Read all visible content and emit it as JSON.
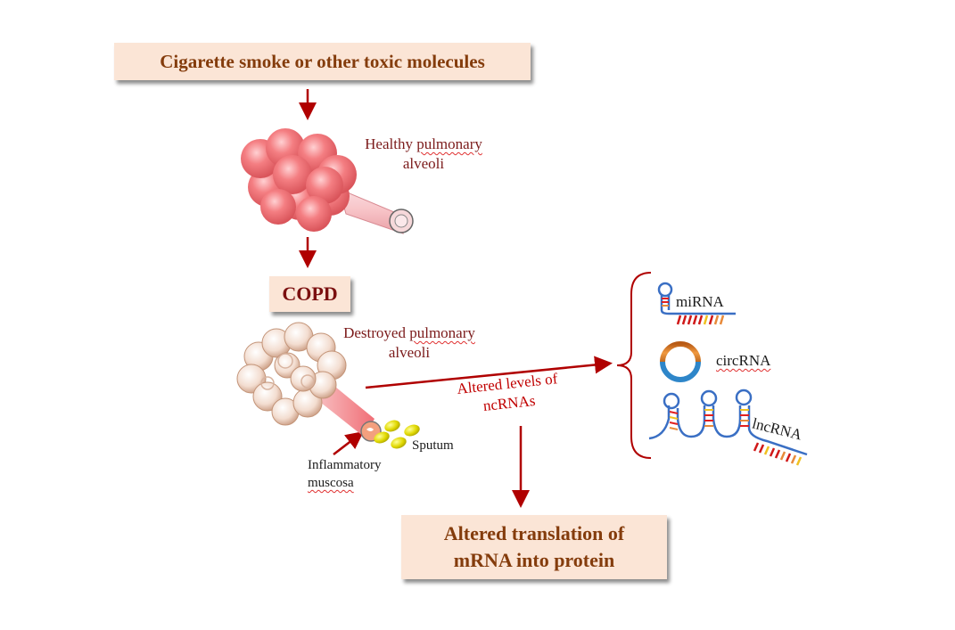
{
  "diagram": {
    "boxes": {
      "cause": "Cigarette smoke or other toxic molecules",
      "disease": "COPD",
      "outcome_line1": "Altered translation of",
      "outcome_line2": "mRNA into protein"
    },
    "labels": {
      "healthy_line1": "Healthy ",
      "healthy_line1_marked": "pulmonary",
      "healthy_line2": "alveoli",
      "destroyed_line1": "Destroyed ",
      "destroyed_line1_marked": "pulmonary",
      "destroyed_line2": "alveoli",
      "altered_line1": "Altered levels of",
      "altered_line2": "ncRNAs",
      "sputum": "Sputum",
      "inflammatory_line1": "Inflammatory",
      "inflammatory_line2": "muscosa"
    },
    "ncrna_types": [
      {
        "name": "miRNA"
      },
      {
        "name": "circRNA"
      },
      {
        "name": "lncRNA"
      }
    ],
    "colors": {
      "arrow": "#b00000",
      "box_fill": "#fbe5d6",
      "box_text": "#843c0c",
      "label_text": "#7b1a1a",
      "alveoli_healthy": "#f0787c",
      "rna_backbone": "#3a6fc4",
      "circ_orange": "#d9782a",
      "circ_blue": "#2e86c9"
    }
  }
}
